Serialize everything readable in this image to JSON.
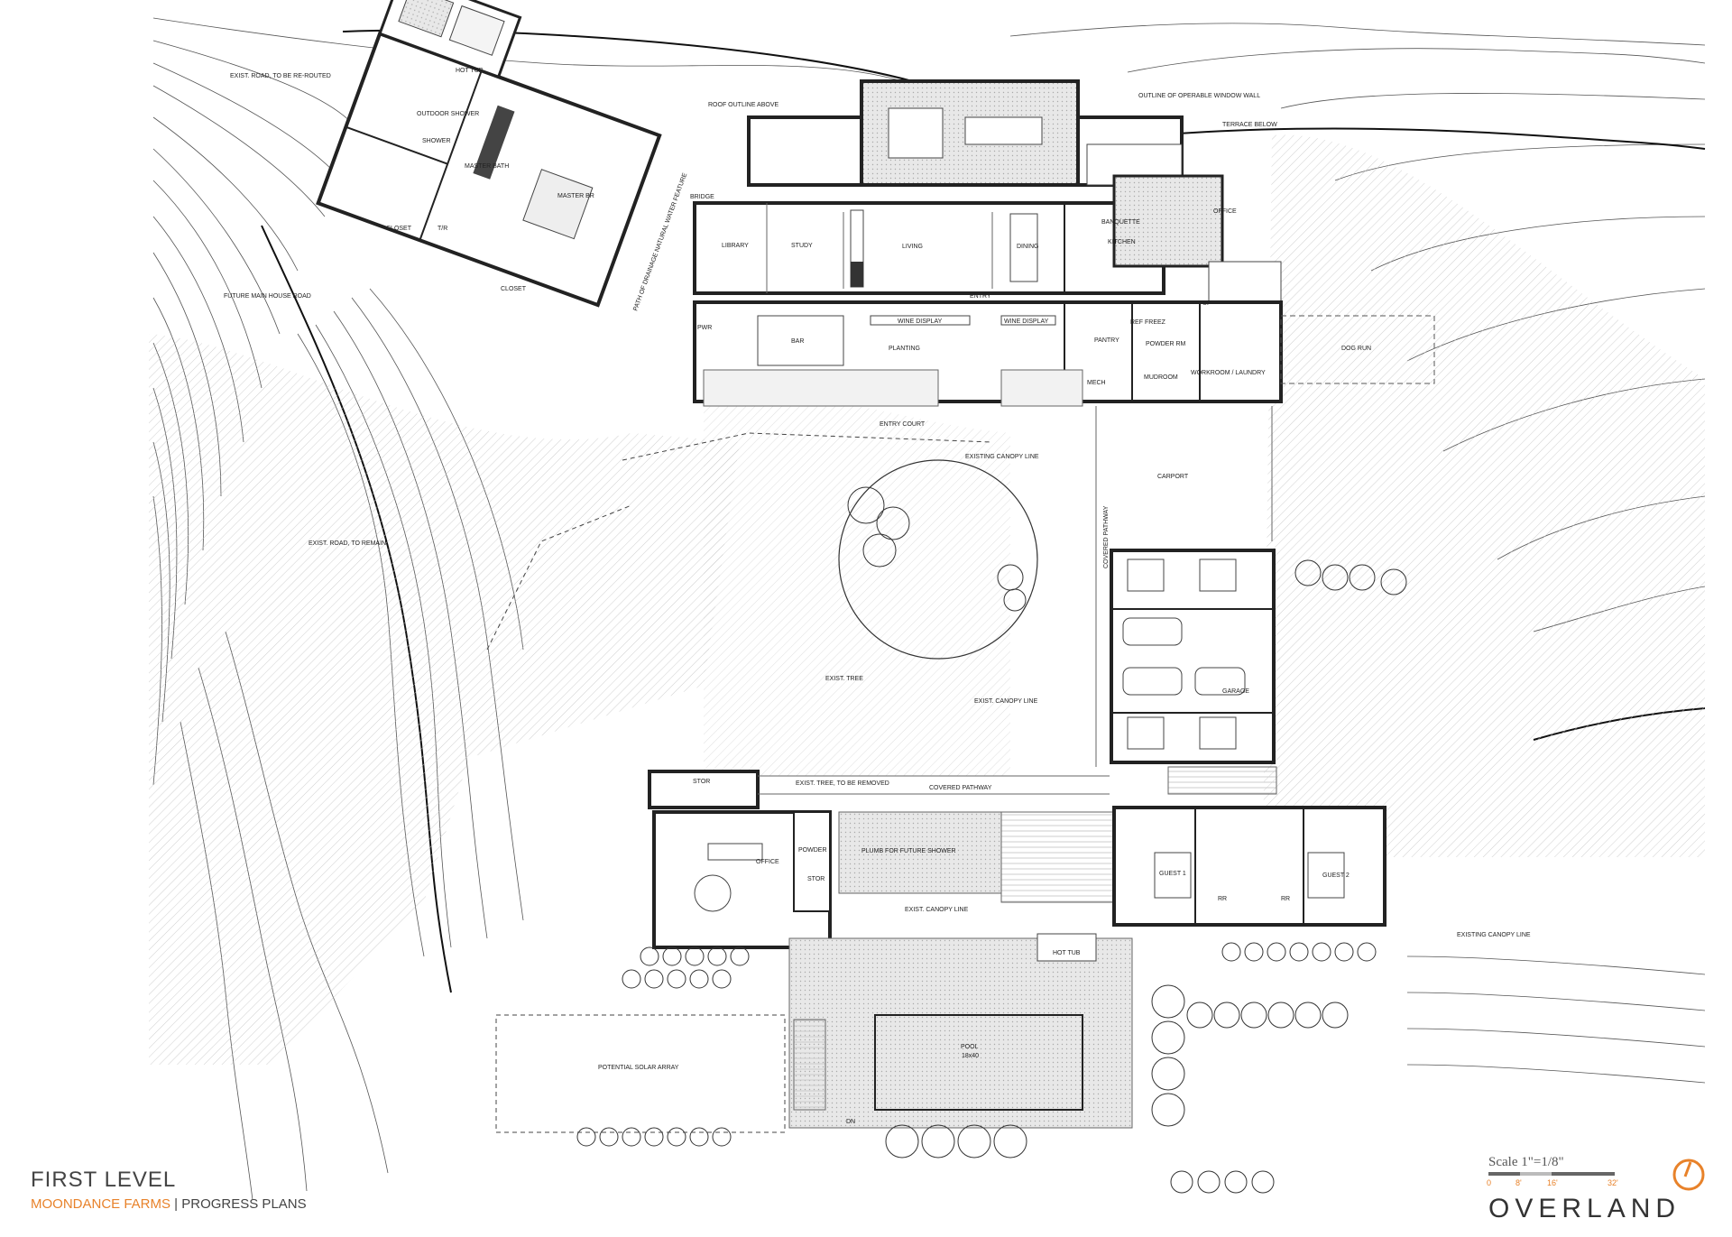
{
  "title_block": {
    "title": "FIRST LEVEL",
    "project": "MOONDANCE FARMS",
    "separator": " | ",
    "subtitle": "PROGRESS PLANS"
  },
  "scale": {
    "label": "Scale 1\"=1/8\"",
    "ticks": [
      "0",
      "8'",
      "16'",
      "32'"
    ]
  },
  "logo": {
    "text": "OVERLAND",
    "accent_color": "#e8822a"
  },
  "colors": {
    "accent": "#e8822a",
    "line": "#333333",
    "hatch": "#bbbbbb"
  },
  "labels": {
    "exist_road_rerouted": "EXIST. ROAD, TO BE RE-ROUTED",
    "hot_tub_top": "HOT TUB",
    "outdoor_shower": "OUTDOOR SHOWER",
    "shower": "SHOWER",
    "master_bath": "MASTER BATH",
    "master_br": "MASTER BR",
    "closet_1": "CLOSET",
    "closet_2": "CLOSET",
    "tr": "T/R",
    "roof_outline": "ROOF OUTLINE ABOVE",
    "outline_window": "OUTLINE OF OPERABLE WINDOW WALL",
    "terrace_below": "TERRACE BELOW",
    "bridge": "BRIDGE",
    "library": "LIBRARY",
    "study": "STUDY",
    "living": "LIVING",
    "dining": "DINING",
    "banquette": "BANQUETTE",
    "kitchen": "KITCHEN",
    "office_top": "OFFICE",
    "up": "UP",
    "entry": "ENTRY",
    "pwr": "PWR",
    "bar": "BAR",
    "wine_display_1": "WINE DISPLAY",
    "wine_display_2": "WINE DISPLAY",
    "planting": "PLANTING",
    "pantry": "PANTRY",
    "ref": "REF",
    "freez": "FREEZ",
    "powder_rm": "POWDER RM",
    "mech": "MECH",
    "mudroom": "MUDROOM",
    "workroom": "WORKROOM / LAUNDRY",
    "dog_run": "DOG RUN",
    "future_road": "FUTURE MAIN HOUSE ROAD",
    "drainage": "PATH OF DRAINAGE NATURAL WATER FEATURE",
    "entry_court": "ENTRY COURT",
    "existing_canopy": "EXISTING CANOPY LINE",
    "carport": "CARPORT",
    "covered_pathway_v": "COVERED PATHWAY",
    "exist_road_remain": "EXIST. ROAD, TO REMAIN",
    "garage": "GARAGE",
    "exist_tree": "EXIST. TREE",
    "exist_canopy_line": "EXIST. CANOPY LINE",
    "stor_1": "STOR",
    "exist_tree_removed": "EXIST. TREE, TO BE REMOVED",
    "covered_pathway_h": "COVERED PATHWAY",
    "office_bottom": "OFFICE",
    "powder": "POWDER",
    "stor_2": "STOR",
    "plumb_shower": "PLUMB FOR FUTURE SHOWER",
    "exist_canopy_line_2": "EXIST. CANOPY LINE",
    "guest_1": "GUEST 1",
    "guest_2": "GUEST 2",
    "rr_1": "RR",
    "rr_2": "RR",
    "existing_canopy_right": "EXISTING CANOPY LINE",
    "hot_tub_bottom": "HOT TUB",
    "pool": "POOL",
    "pool_size": "18x40",
    "solar_array": "POTENTIAL SOLAR ARRAY",
    "dn": "DN"
  }
}
